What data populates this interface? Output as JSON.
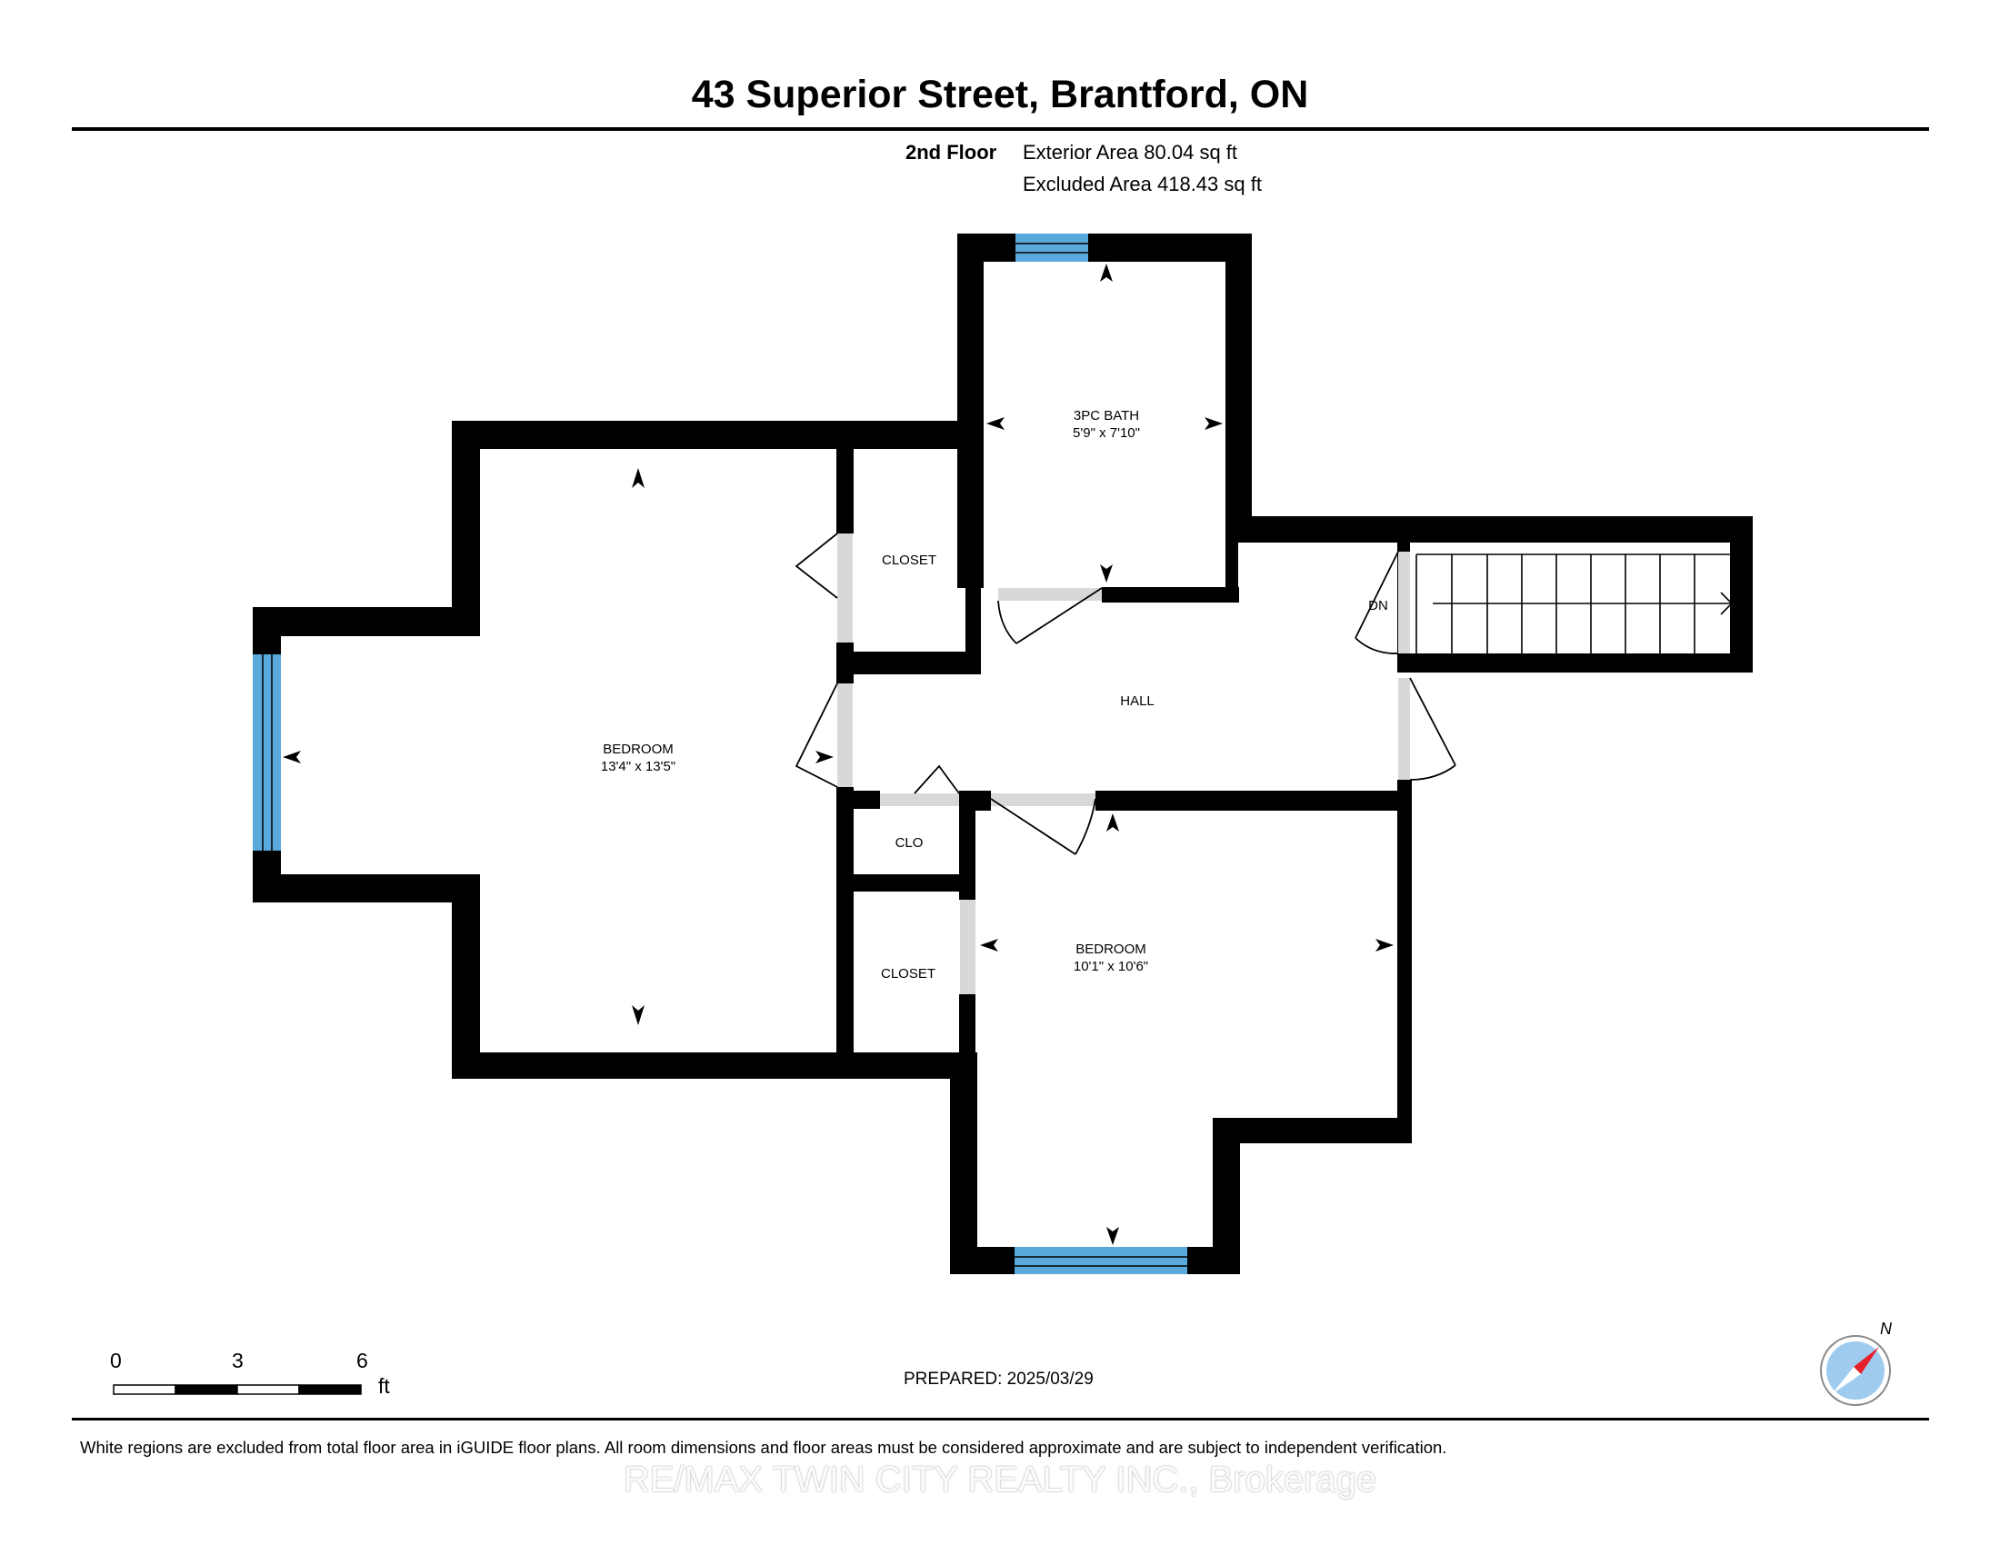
{
  "header": {
    "title": "43 Superior Street, Brantford, ON"
  },
  "floor": {
    "name": "2nd Floor",
    "exterior_area": "Exterior Area 80.04 sq ft",
    "excluded_area": "Excluded Area 418.43 sq ft"
  },
  "rooms": {
    "bath": {
      "name": "3PC BATH",
      "dims": "5'9\" x 7'10\""
    },
    "bedroom_west": {
      "name": "BEDROOM",
      "dims": "13'4\" x 13'5\""
    },
    "bedroom_south": {
      "name": "BEDROOM",
      "dims": "10'1\" x 10'6\""
    },
    "closet_north": {
      "name": "CLOSET"
    },
    "closet_south": {
      "name": "CLOSET"
    },
    "clo": {
      "name": "CLO"
    },
    "hall": {
      "name": "HALL"
    },
    "stairs": {
      "label": "DN"
    }
  },
  "scale": {
    "t0": "0",
    "t3": "3",
    "t6": "6",
    "unit": "ft"
  },
  "compass": {
    "label": "N"
  },
  "footer": {
    "prepared": "PREPARED: 2025/03/29",
    "disclaimer": "White regions are excluded from total floor area in iGUIDE floor plans. All room dimensions and floor areas must be considered approximate and are subject to independent verification.",
    "watermark": "RE/MAX TWIN CITY REALTY INC., Brokerage"
  },
  "colors": {
    "wall": "#000000",
    "window": "#5aa9dc",
    "door_gap": "#d6d6d6",
    "compass_accent": "#e8202a",
    "compass_ring": "#9fcbee"
  }
}
